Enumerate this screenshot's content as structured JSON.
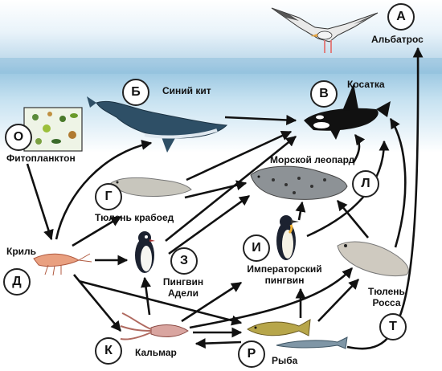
{
  "organisms": [
    {
      "letter": "А",
      "name": "Альбатрос"
    },
    {
      "letter": "Б",
      "name": "Синий кит"
    },
    {
      "letter": "В",
      "name": "Косатка"
    },
    {
      "letter": "Г",
      "name": "Тюлень крабоед"
    },
    {
      "letter": "Д",
      "name": "Криль"
    },
    {
      "letter": "З",
      "name": "Пингвин Адели"
    },
    {
      "letter": "И",
      "name": "Императорский пингвин"
    },
    {
      "letter": "К",
      "name": "Кальмар"
    },
    {
      "letter": "Л",
      "name": "Морской леопард"
    },
    {
      "letter": "О",
      "name": "Фитопланктон"
    },
    {
      "letter": "Р",
      "name": "Рыба"
    },
    {
      "letter": "Т",
      "name": "Тюлень Росса"
    }
  ],
  "labels": {
    "pingvin_adeli_line1": "Пингвин",
    "pingvin_adeli_line2": "Адели",
    "imperator_line1": "Императорский",
    "imperator_line2": "пингвин",
    "tyulen_rossa_line1": "Тюлень",
    "tyulen_rossa_line2": "Росса"
  },
  "colors": {
    "arrow": "#111111",
    "sky": "#ffffff",
    "water": "#9cc8e2"
  }
}
